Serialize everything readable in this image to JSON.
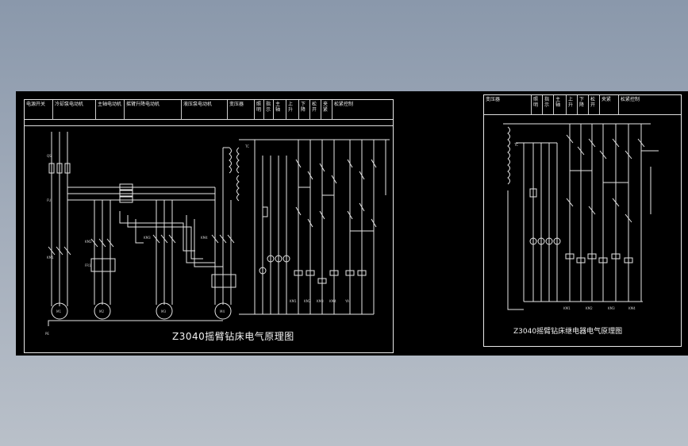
{
  "main_sheet": {
    "title": "Z3040摇臂钻床电气原理图",
    "header_cells": [
      "电源开关",
      "冷却泵电动机",
      "主轴电动机",
      "摇臂升降电动机",
      "液压泵电动机",
      "变压器",
      "照明",
      "指示",
      "主轴",
      "上升",
      "下降",
      "松开",
      "夹紧",
      "松紧控制"
    ]
  },
  "detail_sheet": {
    "title": "Z3040摇臂钻床继电器电气原理图",
    "header_cells": [
      "变压器",
      "照明",
      "指示",
      "主轴",
      "上升",
      "下降",
      "松开",
      "夹紧",
      "松紧控制"
    ]
  },
  "colors": {
    "background_top": "#8a98ab",
    "background_bottom": "#b9c0c9",
    "model_space": "#000000",
    "linework": "#e8e8e8"
  }
}
